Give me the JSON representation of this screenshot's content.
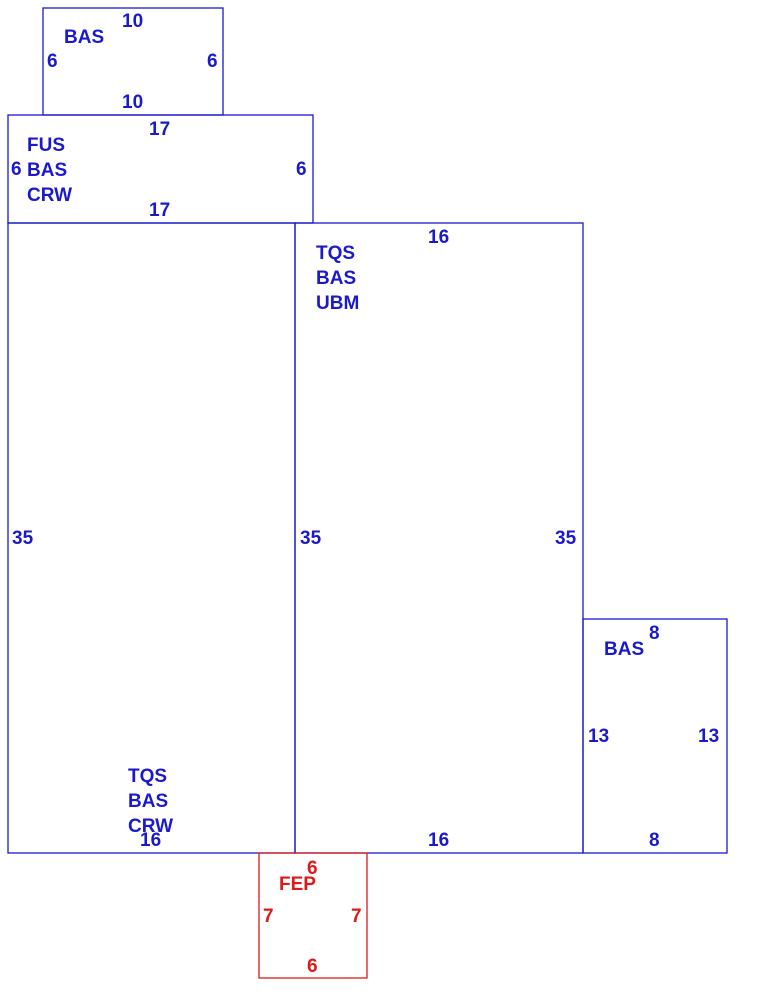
{
  "colors": {
    "main": "#1a1acc",
    "accent": "#dd1a1a"
  },
  "sections": [
    {
      "id": "top",
      "labels": [
        "BAS"
      ],
      "dims": {
        "top": "10",
        "bottom": "10",
        "left": "6",
        "right": "6"
      }
    },
    {
      "id": "upper",
      "labels": [
        "FUS",
        "BAS",
        "CRW"
      ],
      "dims": {
        "top": "17",
        "bottom": "17",
        "left": "6",
        "right": "6"
      }
    },
    {
      "id": "left",
      "labels": [
        "TQS",
        "BAS",
        "CRW"
      ],
      "dims": {
        "bottom": "16",
        "left": "35"
      }
    },
    {
      "id": "middle",
      "labels": [
        "TQS",
        "BAS",
        "UBM"
      ],
      "dims": {
        "top": "16",
        "bottom": "16",
        "left": "35",
        "right": "35"
      }
    },
    {
      "id": "right",
      "labels": [
        "BAS"
      ],
      "dims": {
        "top": "8",
        "bottom": "8",
        "left": "13",
        "right": "13"
      }
    },
    {
      "id": "porch",
      "labels": [
        "FEP"
      ],
      "dims": {
        "top": "6",
        "bottom": "6",
        "left": "7",
        "right": "7"
      }
    }
  ]
}
